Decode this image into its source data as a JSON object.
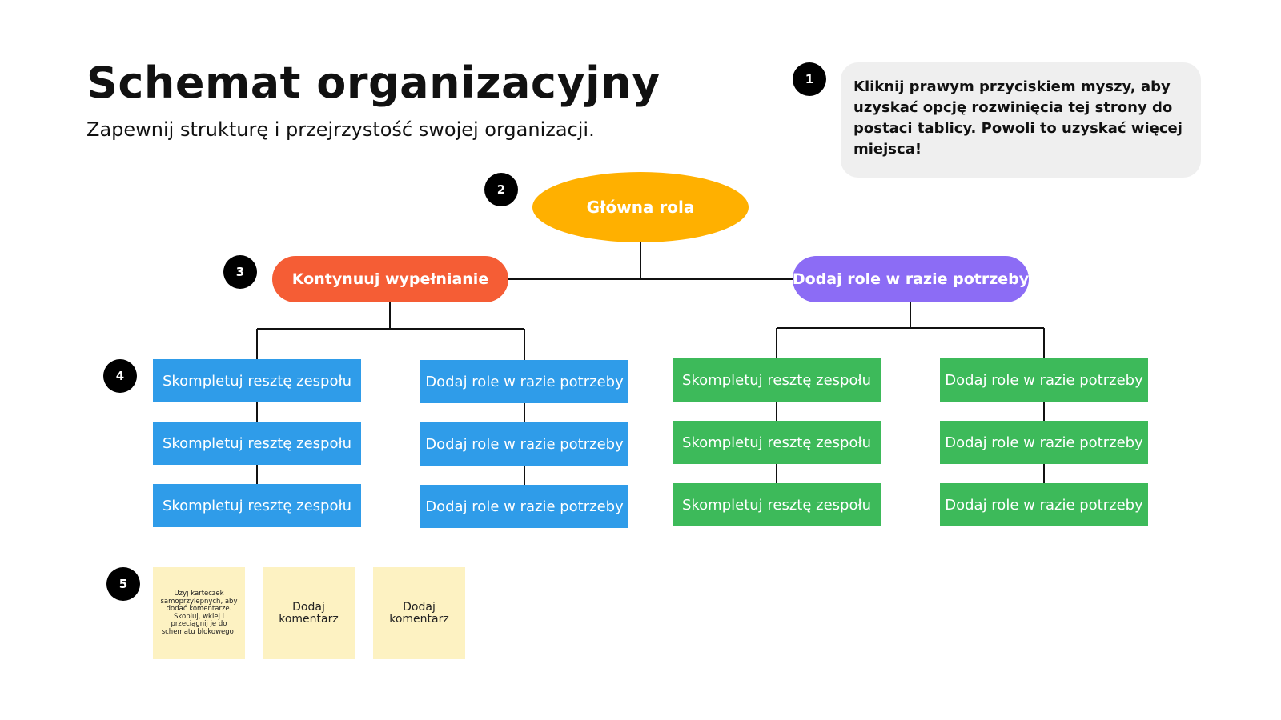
{
  "header": {
    "title": "Schemat organizacyjny",
    "subtitle": "Zapewnij strukturę i przejrzystość swojej organizacji."
  },
  "tip": {
    "badge": "1",
    "text": "Kliknij prawym przyciskiem myszy, aby uzyskać opcję rozwinięcia tej strony do postaci tablicy. Powoli to uzyskać więcej miejsca!"
  },
  "badges": {
    "b2": "2",
    "b3": "3",
    "b4": "4",
    "b5": "5"
  },
  "chart": {
    "main_role": "Główna rola",
    "left_branch": {
      "label": "Kontynuuj wypełnianie",
      "columns": [
        [
          "Skompletuj resztę zespołu",
          "Skompletuj resztę zespołu",
          "Skompletuj resztę zespołu"
        ],
        [
          "Dodaj role w razie potrzeby",
          "Dodaj role w razie potrzeby",
          "Dodaj role w razie potrzeby"
        ]
      ]
    },
    "right_branch": {
      "label": "Dodaj role w razie potrzeby",
      "columns": [
        [
          "Skompletuj resztę zespołu",
          "Skompletuj resztę zespołu",
          "Skompletuj resztę zespołu"
        ],
        [
          "Dodaj role w razie potrzeby",
          "Dodaj role w razie potrzeby",
          "Dodaj role w razie potrzeby"
        ]
      ]
    }
  },
  "stickies": [
    "Użyj karteczek samoprzylepnych, aby dodać komentarze. Skopiuj, wklej i przeciągnij je do schematu blokowego!",
    "Dodaj komentarz",
    "Dodaj komentarz"
  ],
  "colors": {
    "main_role": "#ffb000",
    "left_branch": "#f55d35",
    "right_branch": "#8c6cf5",
    "left_boxes": "#2f9ce9",
    "right_boxes": "#3dba5a",
    "sticky": "#fdf2c2",
    "tip_bg": "#efefef"
  }
}
